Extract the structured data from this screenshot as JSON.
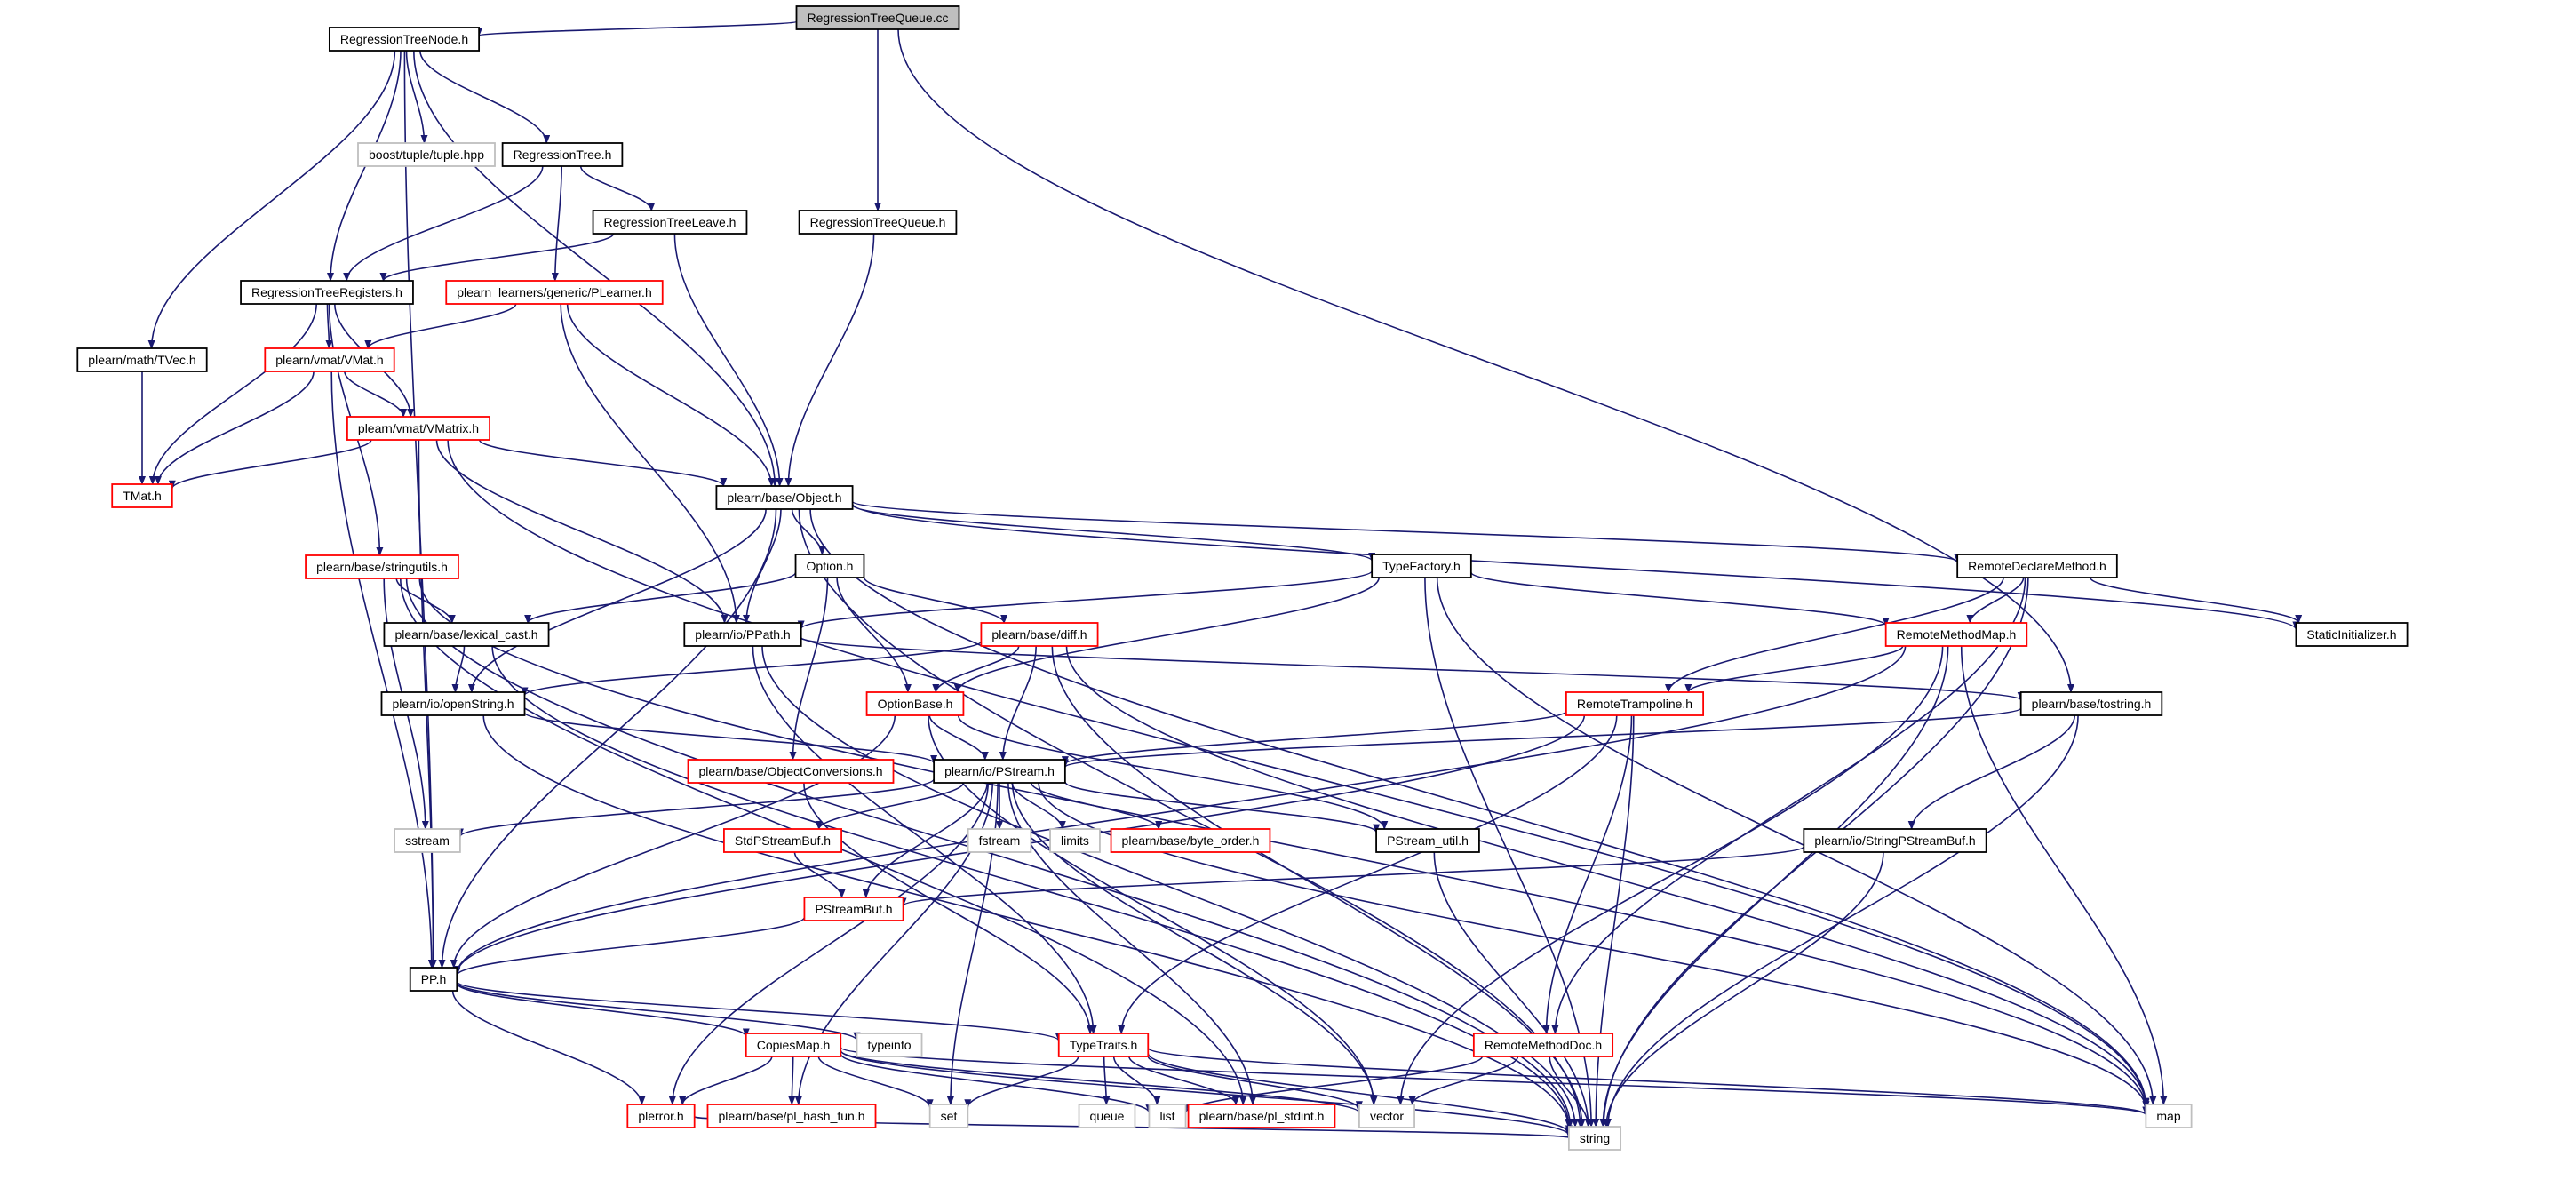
{
  "diagram": {
    "colors": {
      "edge": "#191970",
      "root_fill": "#bfbfbf",
      "normal_border": "#000000",
      "truncated_border": "#ff0000",
      "external_border": "#bfbfbf",
      "text": "#000000",
      "background": "#ffffff"
    },
    "nodes": [
      {
        "id": "rtqcc",
        "label": "RegressionTreeQueue.cc",
        "kind": "root"
      },
      {
        "id": "rtnode",
        "label": "RegressionTreeNode.h",
        "kind": "normal"
      },
      {
        "id": "rtqh",
        "label": "RegressionTreeQueue.h",
        "kind": "normal"
      },
      {
        "id": "tuple",
        "label": "boost/tuple/tuple.hpp",
        "kind": "external"
      },
      {
        "id": "rtree",
        "label": "RegressionTree.h",
        "kind": "normal"
      },
      {
        "id": "rtleave",
        "label": "RegressionTreeLeave.h",
        "kind": "normal"
      },
      {
        "id": "rtreg",
        "label": "RegressionTreeRegisters.h",
        "kind": "normal"
      },
      {
        "id": "plearner",
        "label": "plearn_learners/generic/PLearner.h",
        "kind": "truncated"
      },
      {
        "id": "tvec",
        "label": "plearn/math/TVec.h",
        "kind": "normal"
      },
      {
        "id": "vmat",
        "label": "plearn/vmat/VMat.h",
        "kind": "truncated"
      },
      {
        "id": "vmatrix",
        "label": "plearn/vmat/VMatrix.h",
        "kind": "truncated"
      },
      {
        "id": "tmat",
        "label": "TMat.h",
        "kind": "truncated"
      },
      {
        "id": "object",
        "label": "plearn/base/Object.h",
        "kind": "normal"
      },
      {
        "id": "stringutils",
        "label": "plearn/base/stringutils.h",
        "kind": "truncated"
      },
      {
        "id": "option",
        "label": "Option.h",
        "kind": "normal"
      },
      {
        "id": "typefactory",
        "label": "TypeFactory.h",
        "kind": "normal"
      },
      {
        "id": "remotedecl",
        "label": "RemoteDeclareMethod.h",
        "kind": "normal"
      },
      {
        "id": "lexcast",
        "label": "plearn/base/lexical_cast.h",
        "kind": "normal"
      },
      {
        "id": "ppath",
        "label": "plearn/io/PPath.h",
        "kind": "normal"
      },
      {
        "id": "diff",
        "label": "plearn/base/diff.h",
        "kind": "truncated"
      },
      {
        "id": "remotemap",
        "label": "RemoteMethodMap.h",
        "kind": "truncated"
      },
      {
        "id": "staticinit",
        "label": "StaticInitializer.h",
        "kind": "normal"
      },
      {
        "id": "openstring",
        "label": "plearn/io/openString.h",
        "kind": "normal"
      },
      {
        "id": "optionbase",
        "label": "OptionBase.h",
        "kind": "truncated"
      },
      {
        "id": "trampoline",
        "label": "RemoteTrampoline.h",
        "kind": "truncated"
      },
      {
        "id": "tostring",
        "label": "plearn/base/tostring.h",
        "kind": "normal"
      },
      {
        "id": "objconv",
        "label": "plearn/base/ObjectConversions.h",
        "kind": "truncated"
      },
      {
        "id": "pstream",
        "label": "plearn/io/PStream.h",
        "kind": "normal"
      },
      {
        "id": "sstream",
        "label": "sstream",
        "kind": "external"
      },
      {
        "id": "stdpsbuf",
        "label": "StdPStreamBuf.h",
        "kind": "truncated"
      },
      {
        "id": "fstream",
        "label": "fstream",
        "kind": "external"
      },
      {
        "id": "limits",
        "label": "limits",
        "kind": "external"
      },
      {
        "id": "byteorder",
        "label": "plearn/base/byte_order.h",
        "kind": "truncated"
      },
      {
        "id": "psutil",
        "label": "PStream_util.h",
        "kind": "normal"
      },
      {
        "id": "strpsbuf",
        "label": "plearn/io/StringPStreamBuf.h",
        "kind": "normal"
      },
      {
        "id": "psbuf",
        "label": "PStreamBuf.h",
        "kind": "truncated"
      },
      {
        "id": "pp",
        "label": "PP.h",
        "kind": "normal"
      },
      {
        "id": "typeinfo",
        "label": "typeinfo",
        "kind": "external"
      },
      {
        "id": "copiesmap",
        "label": "CopiesMap.h",
        "kind": "truncated"
      },
      {
        "id": "typetraits",
        "label": "TypeTraits.h",
        "kind": "truncated"
      },
      {
        "id": "remotedoc",
        "label": "RemoteMethodDoc.h",
        "kind": "truncated"
      },
      {
        "id": "plerror",
        "label": "plerror.h",
        "kind": "truncated"
      },
      {
        "id": "hashfun",
        "label": "plearn/base/pl_hash_fun.h",
        "kind": "truncated"
      },
      {
        "id": "set",
        "label": "set",
        "kind": "external"
      },
      {
        "id": "queue",
        "label": "queue",
        "kind": "external"
      },
      {
        "id": "list",
        "label": "list",
        "kind": "external"
      },
      {
        "id": "stdint",
        "label": "plearn/base/pl_stdint.h",
        "kind": "truncated"
      },
      {
        "id": "vector",
        "label": "vector",
        "kind": "external"
      },
      {
        "id": "map",
        "label": "map",
        "kind": "external"
      },
      {
        "id": "string",
        "label": "string",
        "kind": "external"
      }
    ],
    "edges": [
      [
        "rtqcc",
        "rtnode"
      ],
      [
        "rtqcc",
        "rtqh"
      ],
      [
        "rtqcc",
        "tostring"
      ],
      [
        "rtnode",
        "tuple"
      ],
      [
        "rtnode",
        "rtree"
      ],
      [
        "rtnode",
        "rtreg"
      ],
      [
        "rtnode",
        "tvec"
      ],
      [
        "rtnode",
        "object"
      ],
      [
        "rtnode",
        "pp"
      ],
      [
        "rtree",
        "rtleave"
      ],
      [
        "rtree",
        "rtreg"
      ],
      [
        "rtree",
        "plearner"
      ],
      [
        "rtleave",
        "rtreg"
      ],
      [
        "rtleave",
        "object"
      ],
      [
        "rtqh",
        "object"
      ],
      [
        "rtreg",
        "vmat"
      ],
      [
        "rtreg",
        "vmatrix"
      ],
      [
        "rtreg",
        "tmat"
      ],
      [
        "rtreg",
        "stringutils"
      ],
      [
        "plearner",
        "vmat"
      ],
      [
        "plearner",
        "object"
      ],
      [
        "plearner",
        "ppath"
      ],
      [
        "tvec",
        "tmat"
      ],
      [
        "vmat",
        "vmatrix"
      ],
      [
        "vmat",
        "tmat"
      ],
      [
        "vmat",
        "pp"
      ],
      [
        "vmatrix",
        "tmat"
      ],
      [
        "vmatrix",
        "object"
      ],
      [
        "vmatrix",
        "ppath"
      ],
      [
        "vmatrix",
        "pp"
      ],
      [
        "vmatrix",
        "map"
      ],
      [
        "object",
        "option"
      ],
      [
        "object",
        "typefactory"
      ],
      [
        "object",
        "remotedecl"
      ],
      [
        "object",
        "ppath"
      ],
      [
        "object",
        "openstring"
      ],
      [
        "object",
        "pp"
      ],
      [
        "object",
        "staticinit"
      ],
      [
        "object",
        "map"
      ],
      [
        "object",
        "string"
      ],
      [
        "stringutils",
        "lexcast"
      ],
      [
        "stringutils",
        "sstream"
      ],
      [
        "stringutils",
        "string"
      ],
      [
        "stringutils",
        "map"
      ],
      [
        "stringutils",
        "stdint"
      ],
      [
        "option",
        "optionbase"
      ],
      [
        "option",
        "diff"
      ],
      [
        "option",
        "objconv"
      ],
      [
        "option",
        "lexcast"
      ],
      [
        "typefactory",
        "remotemap"
      ],
      [
        "typefactory",
        "optionbase"
      ],
      [
        "typefactory",
        "ppath"
      ],
      [
        "typefactory",
        "map"
      ],
      [
        "typefactory",
        "string"
      ],
      [
        "remotedecl",
        "remotemap"
      ],
      [
        "remotedecl",
        "trampoline"
      ],
      [
        "remotedecl",
        "staticinit"
      ],
      [
        "remotedecl",
        "remotedoc"
      ],
      [
        "remotedecl",
        "string"
      ],
      [
        "lexcast",
        "openstring"
      ],
      [
        "lexcast",
        "string"
      ],
      [
        "ppath",
        "typetraits"
      ],
      [
        "ppath",
        "tostring"
      ],
      [
        "ppath",
        "string"
      ],
      [
        "diff",
        "optionbase"
      ],
      [
        "diff",
        "pstream"
      ],
      [
        "diff",
        "openstring"
      ],
      [
        "diff",
        "map"
      ],
      [
        "diff",
        "string"
      ],
      [
        "remotemap",
        "trampoline"
      ],
      [
        "remotemap",
        "vector"
      ],
      [
        "remotemap",
        "map"
      ],
      [
        "remotemap",
        "string"
      ],
      [
        "remotemap",
        "pp"
      ],
      [
        "openstring",
        "pstream"
      ],
      [
        "openstring",
        "string"
      ],
      [
        "optionbase",
        "pstream"
      ],
      [
        "optionbase",
        "psutil"
      ],
      [
        "optionbase",
        "vector"
      ],
      [
        "optionbase",
        "pp"
      ],
      [
        "trampoline",
        "pstream"
      ],
      [
        "trampoline",
        "typetraits"
      ],
      [
        "trampoline",
        "remotedoc"
      ],
      [
        "trampoline",
        "string"
      ],
      [
        "trampoline",
        "pp"
      ],
      [
        "tostring",
        "pstream"
      ],
      [
        "tostring",
        "strpsbuf"
      ],
      [
        "tostring",
        "string"
      ],
      [
        "objconv",
        "typetraits"
      ],
      [
        "pstream",
        "sstream"
      ],
      [
        "pstream",
        "stdpsbuf"
      ],
      [
        "pstream",
        "fstream"
      ],
      [
        "pstream",
        "limits"
      ],
      [
        "pstream",
        "byteorder"
      ],
      [
        "pstream",
        "psutil"
      ],
      [
        "pstream",
        "psbuf"
      ],
      [
        "pstream",
        "plerror"
      ],
      [
        "pstream",
        "hashfun"
      ],
      [
        "pstream",
        "set"
      ],
      [
        "pstream",
        "vector"
      ],
      [
        "pstream",
        "map"
      ],
      [
        "pstream",
        "stdint"
      ],
      [
        "stdpsbuf",
        "psbuf"
      ],
      [
        "psbuf",
        "pp"
      ],
      [
        "strpsbuf",
        "psbuf"
      ],
      [
        "strpsbuf",
        "string"
      ],
      [
        "psutil",
        "string"
      ],
      [
        "pp",
        "typeinfo"
      ],
      [
        "pp",
        "copiesmap"
      ],
      [
        "pp",
        "typetraits"
      ],
      [
        "pp",
        "plerror"
      ],
      [
        "copiesmap",
        "plerror"
      ],
      [
        "copiesmap",
        "hashfun"
      ],
      [
        "copiesmap",
        "set"
      ],
      [
        "copiesmap",
        "list"
      ],
      [
        "copiesmap",
        "vector"
      ],
      [
        "copiesmap",
        "map"
      ],
      [
        "copiesmap",
        "string"
      ],
      [
        "typetraits",
        "set"
      ],
      [
        "typetraits",
        "queue"
      ],
      [
        "typetraits",
        "list"
      ],
      [
        "typetraits",
        "stdint"
      ],
      [
        "typetraits",
        "vector"
      ],
      [
        "typetraits",
        "map"
      ],
      [
        "typetraits",
        "string"
      ],
      [
        "remotedoc",
        "list"
      ],
      [
        "remotedoc",
        "vector"
      ],
      [
        "remotedoc",
        "string"
      ],
      [
        "plerror",
        "string"
      ]
    ]
  }
}
